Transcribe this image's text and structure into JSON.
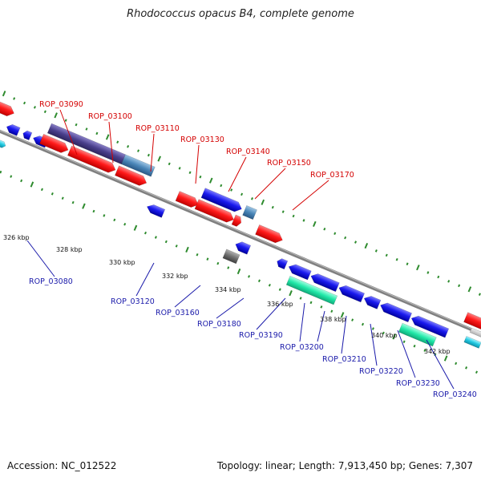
{
  "title": "Rhodococcus opacus B4, complete genome",
  "footer": {
    "accession": "Accession: NC_012522",
    "topology": "Topology: linear; Length: 7,913,450 bp; Genes: 7,307"
  },
  "colors": {
    "axis": "#808080",
    "forward_gene": "#ff1a1a",
    "reverse_gene": "#1a1aee",
    "label_top": "#d40000",
    "label_bottom": "#1a1aaa",
    "tick": "#2e8b2e"
  },
  "scale_labels": [
    "326 kbp",
    "328 kbp",
    "330 kbp",
    "332 kbp",
    "334 kbp",
    "336 kbp",
    "338 kbp",
    "340 kbp",
    "342 kbp"
  ],
  "top_labels": [
    "ROP_03090",
    "ROP_03100",
    "ROP_03110",
    "ROP_03130",
    "ROP_03140",
    "ROP_03150",
    "ROP_03170"
  ],
  "bottom_labels": [
    "ROP_03080",
    "ROP_03120",
    "ROP_03160",
    "ROP_03180",
    "ROP_03190",
    "ROP_03200",
    "ROP_03210",
    "ROP_03220",
    "ROP_03230",
    "ROP_03240"
  ]
}
